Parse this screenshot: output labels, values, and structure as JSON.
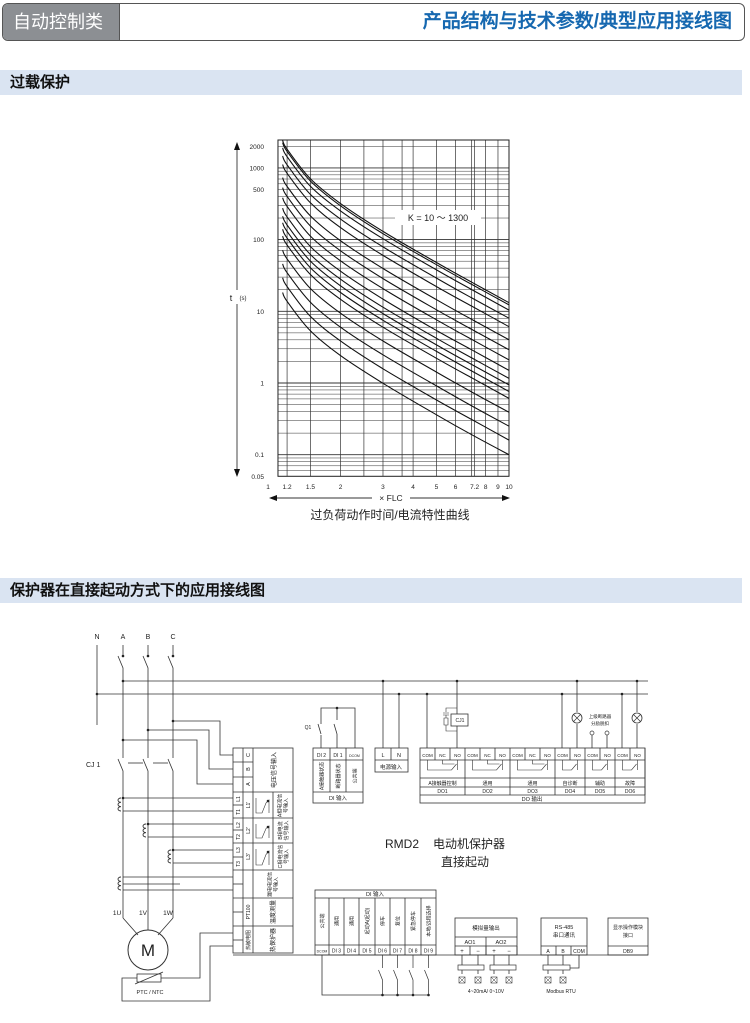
{
  "header": {
    "category": "自动控制类",
    "title": "产品结构与技术参数/典型应用接线图"
  },
  "sections": {
    "overload": "过载保护",
    "wiring": "保护器在直接起动方式下的应用接线图"
  },
  "chart_data": {
    "type": "line",
    "title": "过负荷动作时间/电流特性曲线",
    "xlabel": "× FLC",
    "ylabel": "t",
    "ylabel_unit": "(s)",
    "annotation": "K = 10 ～ 1300",
    "xscale": "log",
    "yscale": "log",
    "xlim": [
      1,
      10
    ],
    "ylim": [
      0.05,
      2450
    ],
    "grid": true,
    "x_ticks": [
      1,
      1.2,
      1.5,
      2,
      3,
      4,
      5,
      6,
      7.2,
      8,
      9,
      10
    ],
    "x_tick_labels": [
      "1",
      "1.2",
      "1.5",
      "2",
      "3",
      "4",
      "5",
      "6",
      "7.2",
      "8",
      "9",
      "10"
    ],
    "y_ticks": [
      0.05,
      0.1,
      1,
      10,
      100,
      500,
      1000,
      2000
    ],
    "y_tick_labels": [
      "0.05",
      "0.1",
      "1",
      "10",
      "100",
      "500",
      "1000",
      "2000"
    ],
    "x": [
      1.15,
      1.2,
      1.5,
      2,
      3,
      5,
      7,
      10
    ],
    "series": [
      {
        "name": "curve-1",
        "values": [
          2416,
          1822,
          705,
          318,
          130,
          47.9,
          25.5,
          13.2
        ]
      },
      {
        "name": "curve-2",
        "values": [
          2251,
          1697,
          657,
          296,
          121,
          44.6,
          23.7,
          12.3
        ]
      },
      {
        "name": "curve-3",
        "values": [
          1903,
          1435,
          555,
          251,
          103,
          37.8,
          20.1,
          10.4
        ]
      },
      {
        "name": "curve-4",
        "values": [
          1464,
          1104,
          427,
          193,
          79,
          29,
          15.4,
          8.0
        ]
      },
      {
        "name": "curve-5",
        "values": [
          1116,
          842,
          326,
          147,
          60.2,
          22.1,
          11.8,
          6.1
        ]
      },
      {
        "name": "curve-6",
        "values": [
          732,
          552,
          214,
          96.4,
          39.5,
          14.5,
          7.7,
          4.0
        ]
      },
      {
        "name": "curve-7",
        "values": [
          531,
          400,
          155,
          69.9,
          28.6,
          10.5,
          5.6,
          2.9
        ]
      },
      {
        "name": "curve-8",
        "values": [
          384,
          290,
          112,
          50.6,
          20.7,
          7.6,
          4.05,
          2.1
        ]
      },
      {
        "name": "curve-9",
        "values": [
          275,
          207,
          80.1,
          36.2,
          14.8,
          5.4,
          2.9,
          1.5
        ]
      },
      {
        "name": "curve-10",
        "values": [
          212,
          160,
          61.9,
          28,
          11.4,
          4.2,
          2.24,
          1.16
        ]
      },
      {
        "name": "curve-11",
        "values": [
          172,
          130,
          50.2,
          22.7,
          9.3,
          3.4,
          1.81,
          0.94
        ]
      },
      {
        "name": "curve-12",
        "values": [
          139,
          105,
          40.6,
          18.3,
          7.5,
          2.76,
          1.47,
          0.76
        ]
      },
      {
        "name": "curve-13",
        "values": [
          112,
          84.2,
          32.6,
          14.7,
          6.0,
          2.21,
          1.18,
          0.61
        ]
      },
      {
        "name": "curve-14",
        "values": [
          71.4,
          53.8,
          20.8,
          9.4,
          3.85,
          1.42,
          0.75,
          0.39
        ]
      },
      {
        "name": "curve-15",
        "values": [
          45.8,
          34.5,
          13.4,
          6.0,
          2.47,
          0.91,
          0.48,
          0.25
        ]
      },
      {
        "name": "curve-16",
        "values": [
          29.3,
          22.1,
          8.5,
          3.86,
          1.58,
          0.58,
          0.31,
          0.16
        ]
      },
      {
        "name": "curve-17",
        "values": [
          18.3,
          13.8,
          5.34,
          2.41,
          0.99,
          0.36,
          0.19,
          0.1
        ]
      }
    ]
  },
  "diagram": {
    "phases": [
      "N",
      "A",
      "B",
      "C"
    ],
    "cj1": "CJ 1",
    "motor_terminals": [
      "1U",
      "1V",
      "1W"
    ],
    "motor": "M",
    "ptc": "PTC / NTC",
    "voltage_terms": [
      "C",
      "B",
      "A"
    ],
    "voltage_label": "电压信号输入",
    "current_rows": [
      {
        "L": "L1",
        "T": "T1",
        "ct": "L1'",
        "label": "A相电流信号输入"
      },
      {
        "L": "L2",
        "T": "T2",
        "ct": "L2'",
        "label": "B相电流信号输入"
      },
      {
        "L": "L3",
        "T": "T3",
        "ct": "L3'",
        "label": "C相电流信号输入"
      }
    ],
    "leakage_label": "漏电电流信号输入",
    "pt100": "PT100",
    "temp_label": "温度测量",
    "thermistor": "热敏电阻",
    "thermal_label": "热保护器",
    "top_di": {
      "switch": "Q1",
      "terms": [
        "DI 2",
        "DI 1",
        "DCOM"
      ],
      "labels": [
        "A接触器状态",
        "断路器状态",
        "公共端"
      ],
      "group": "DI 输入"
    },
    "power": {
      "terms": [
        "L",
        "N"
      ],
      "label": "电源输入"
    },
    "coil": "CJ1",
    "do": {
      "groups": [
        {
          "terms": [
            "COM",
            "NC",
            "NO"
          ],
          "label": "A接触器控制",
          "id": "DO1"
        },
        {
          "terms": [
            "COM",
            "NC",
            "NO"
          ],
          "label": "通用",
          "id": "DO2"
        },
        {
          "terms": [
            "COM",
            "NC",
            "NO"
          ],
          "label": "通用",
          "id": "DO3"
        },
        {
          "terms": [
            "COM",
            "NO"
          ],
          "label": "自诊断",
          "id": "DO4"
        },
        {
          "terms": [
            "COM",
            "NO"
          ],
          "label": "辅助",
          "id": "DO5"
        },
        {
          "terms": [
            "COM",
            "NO"
          ],
          "label": "故障",
          "id": "DO6"
        }
      ],
      "group": "DO 输出"
    },
    "lamp_note": [
      "上级断路器",
      "分励脱扣"
    ],
    "center": {
      "model": "RMD2",
      "name": "电动机保护器",
      "mode": "直接起动"
    },
    "bottom_di": {
      "header": "DI 输入",
      "terms": [
        "DCOM",
        "DI 3",
        "DI 4",
        "DI 5",
        "DI 6",
        "DI 7",
        "DI 8",
        "DI 9"
      ],
      "labels": [
        "公共端",
        "通用",
        "通用",
        "起动A(起动)",
        "停车",
        "复位",
        "紧急停车",
        "本地/远程选择"
      ]
    },
    "analog": {
      "title": "模拟量输出",
      "channels": [
        "AO1",
        "AO2"
      ],
      "terms": [
        "+",
        "−",
        "+",
        "−"
      ],
      "note": "4~20mA/  0~10V"
    },
    "rs485": {
      "title": [
        "RS-485",
        "串口通讯"
      ],
      "terms": [
        "A",
        "B",
        "COM"
      ],
      "note": "Modbus RTU"
    },
    "display": {
      "title": [
        "显示操作模块",
        "接口"
      ],
      "term": "DB9"
    }
  }
}
